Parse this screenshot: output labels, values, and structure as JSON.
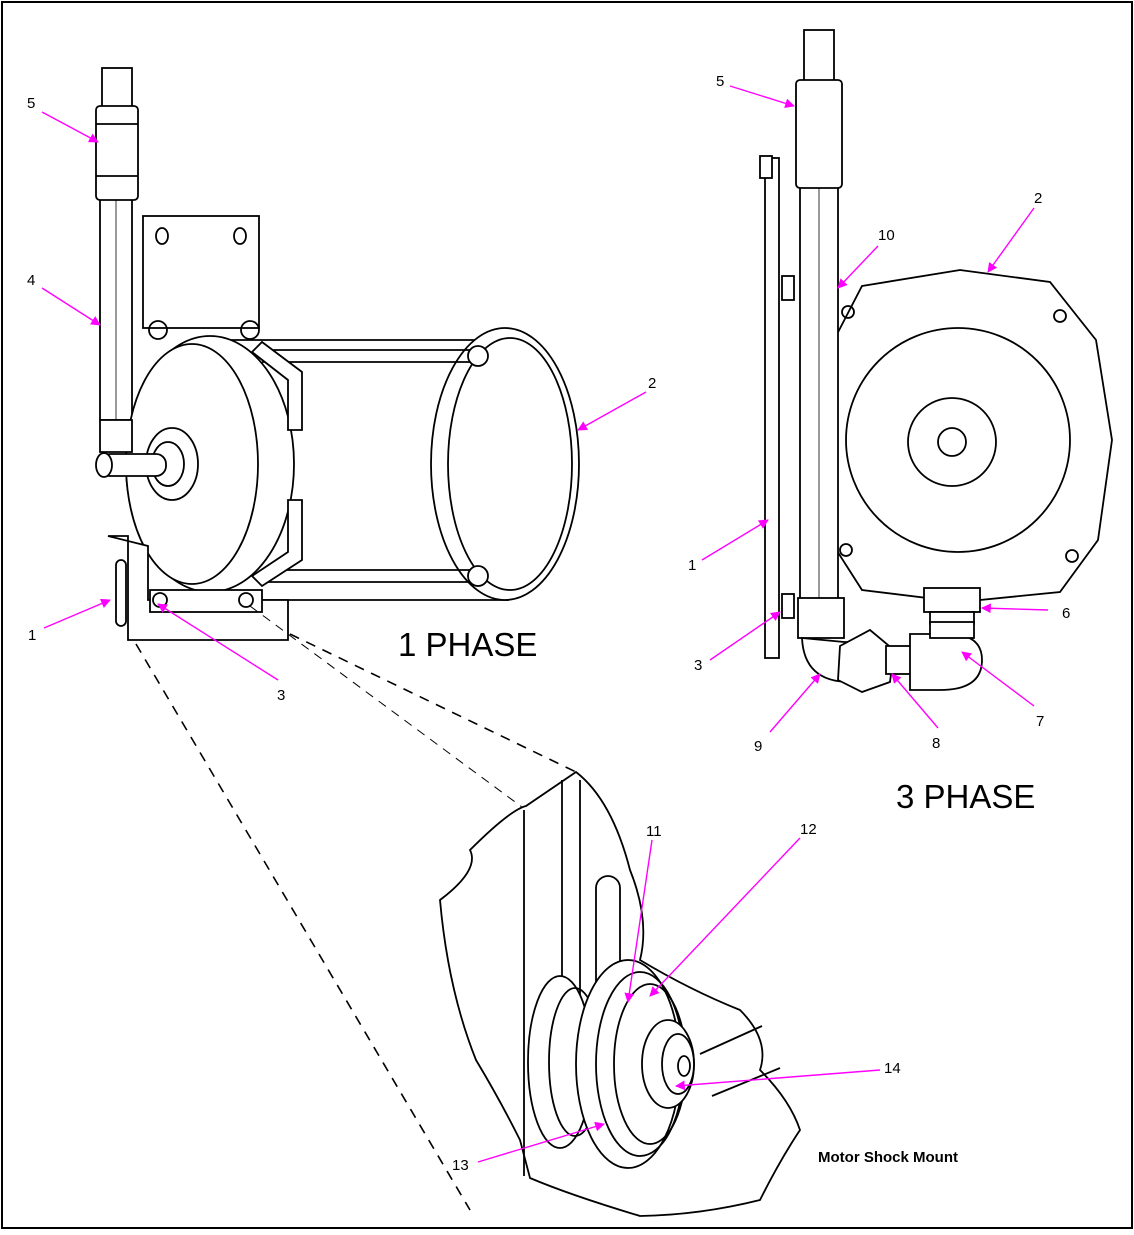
{
  "colors": {
    "leader": "#ff00ff",
    "line": "#000000",
    "background": "#ffffff"
  },
  "labels": {
    "phase1": "1 PHASE",
    "phase3": "3 PHASE",
    "caption": "Motor Shock Mount"
  },
  "callouts": [
    {
      "id": "c1-5",
      "text": "5"
    },
    {
      "id": "c1-4",
      "text": "4"
    },
    {
      "id": "c1-2",
      "text": "2"
    },
    {
      "id": "c1-1",
      "text": "1"
    },
    {
      "id": "c1-3",
      "text": "3"
    },
    {
      "id": "c3-5",
      "text": "5"
    },
    {
      "id": "c3-10",
      "text": "10"
    },
    {
      "id": "c3-2",
      "text": "2"
    },
    {
      "id": "c3-1",
      "text": "1"
    },
    {
      "id": "c3-6",
      "text": "6"
    },
    {
      "id": "c3-3",
      "text": "3"
    },
    {
      "id": "c3-7",
      "text": "7"
    },
    {
      "id": "c3-8",
      "text": "8"
    },
    {
      "id": "c3-9",
      "text": "9"
    },
    {
      "id": "cd-11",
      "text": "11"
    },
    {
      "id": "cd-12",
      "text": "12"
    },
    {
      "id": "cd-14",
      "text": "14"
    },
    {
      "id": "cd-13",
      "text": "13"
    }
  ]
}
